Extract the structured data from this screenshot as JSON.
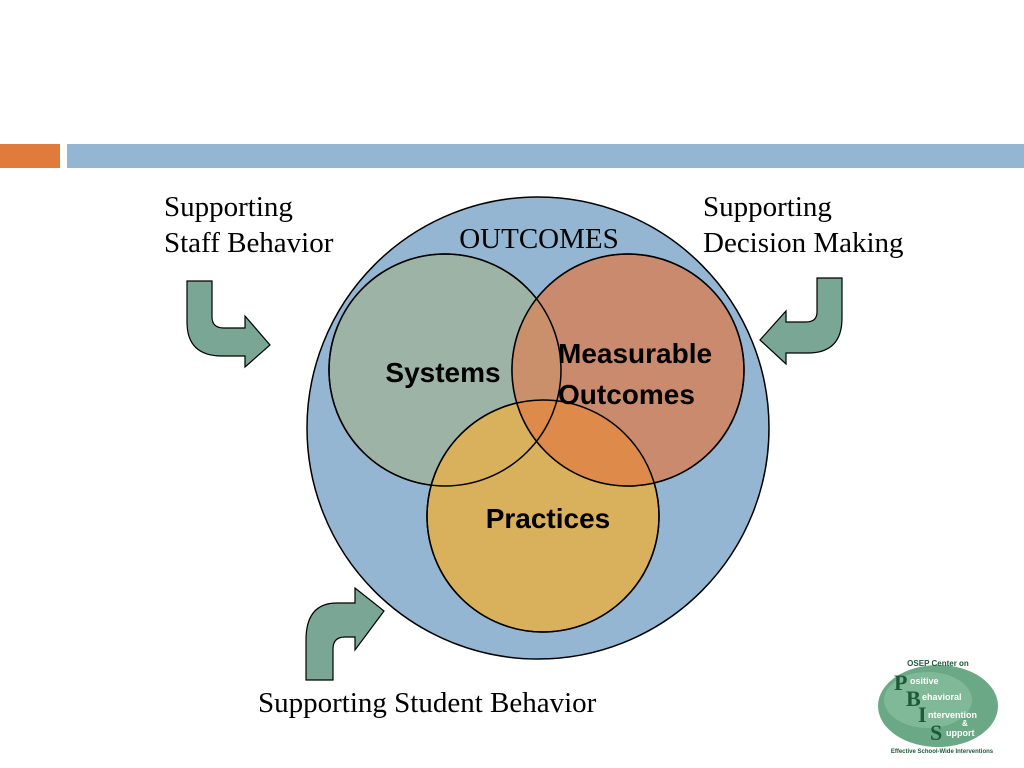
{
  "labels": {
    "staff_line1": "Supporting",
    "staff_line2": "Staff Behavior",
    "decision_line1": "Supporting",
    "decision_line2": "Decision Making",
    "student": "Supporting Student Behavior"
  },
  "venn": {
    "outer_label": "OUTCOMES",
    "systems": "Systems",
    "measurable_line1": "Measurable",
    "measurable_line2": "Outcomes",
    "practices": "Practices"
  },
  "logo": {
    "top_text": "OSEP Center on",
    "p_rest": "ositive",
    "b_rest": "ehavioral",
    "i_rest": "ntervention",
    "amp": "&",
    "s_rest": "upport",
    "bottom_text": "Effective School-Wide Interventions"
  },
  "colors": {
    "accent_orange": "#E07B3C",
    "accent_blue": "#94B6D2",
    "outer_circle": "#94B6D2",
    "systems_circle": "#9DB3A6",
    "measurable_circle": "#C98A6E",
    "practices_circle": "#D9B05C",
    "overlap": "#DD8A4A",
    "arrow_fill": "#7AA696"
  }
}
